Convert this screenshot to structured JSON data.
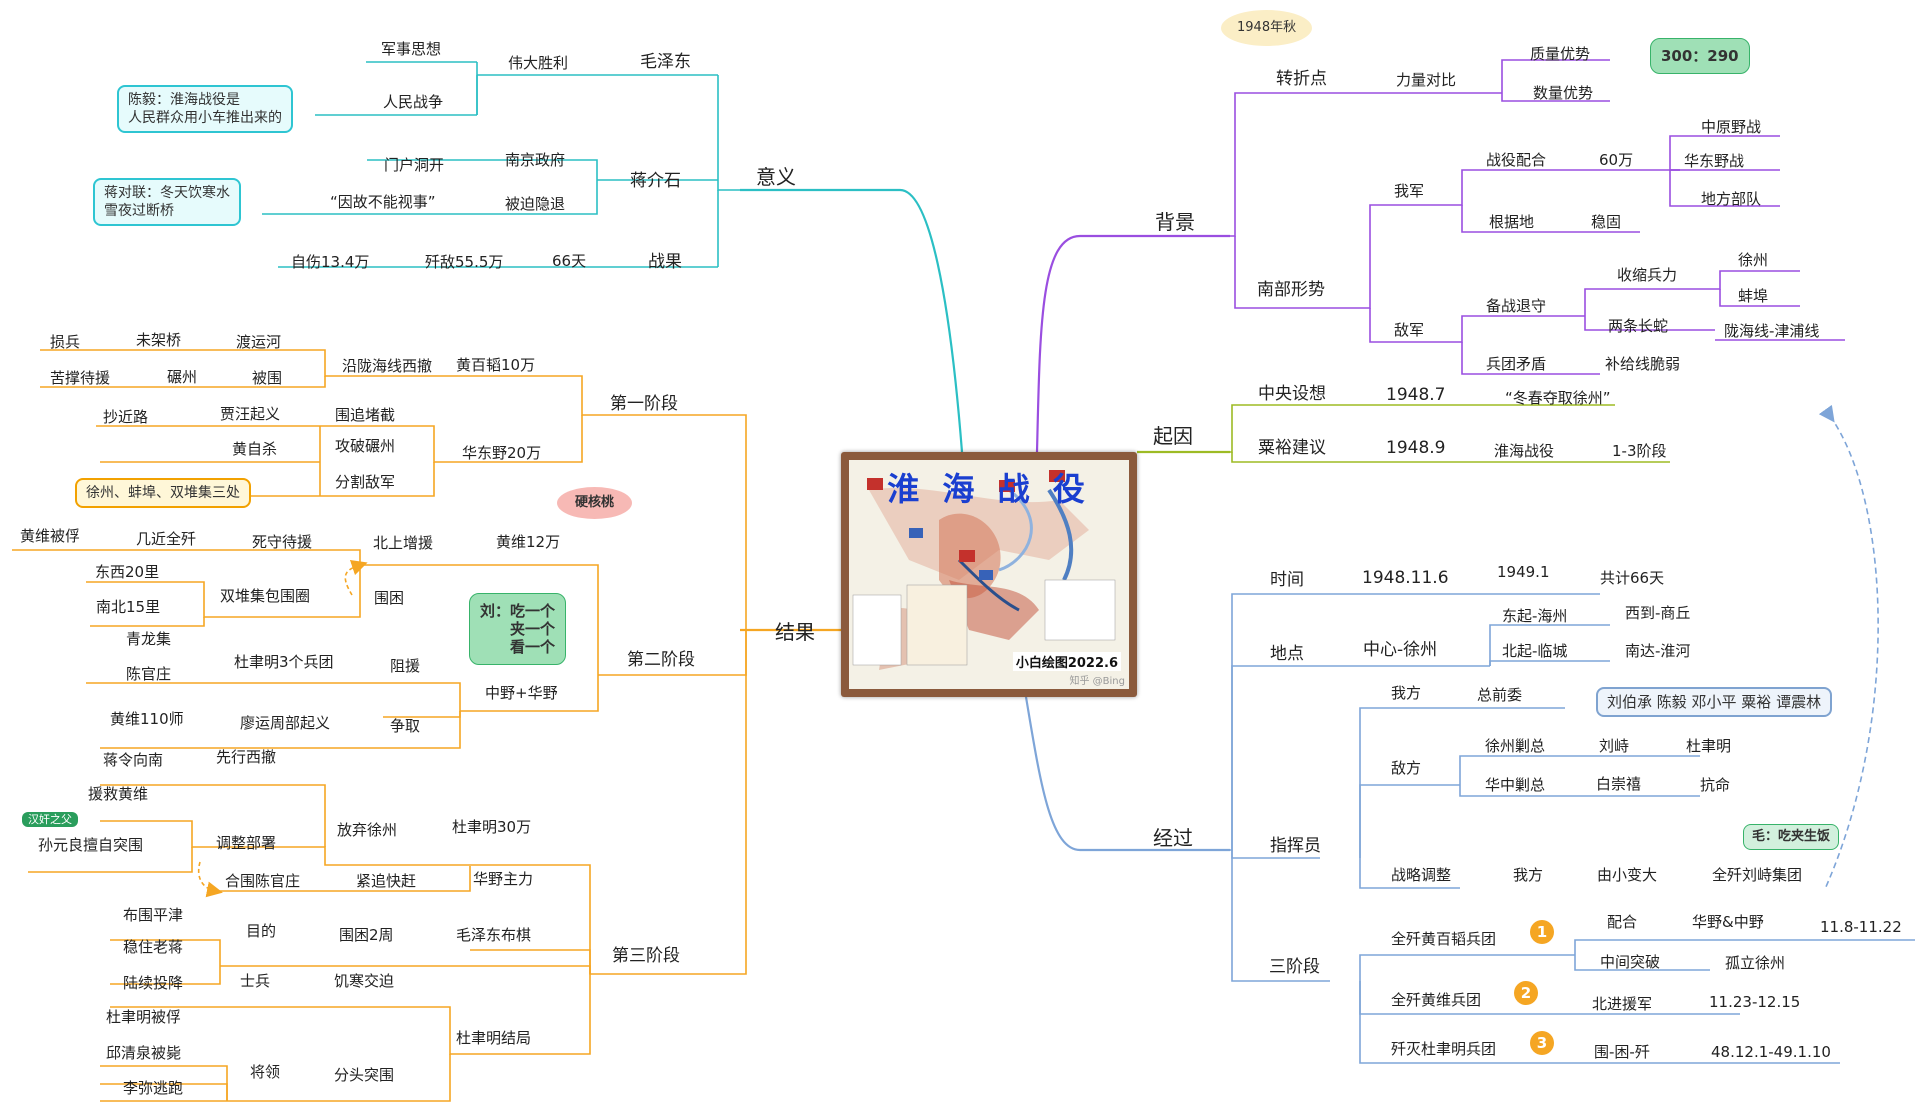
{
  "colors": {
    "teal": "#2bbfc4",
    "purple": "#9a4ee0",
    "olive": "#9dbb24",
    "blue": "#7ea5d8",
    "orange": "#f5a623"
  },
  "center": {
    "title": "淮 海 战 役",
    "credit": "小白绘图2022.6",
    "watermark": "知乎 @Bing",
    "map": "battle-map-image"
  },
  "left": {
    "yiyi": {
      "label": "意义",
      "mao": "毛泽东",
      "weida": "伟大胜利",
      "junshi": "军事思想",
      "renmin": "人民战争",
      "chenyi": "陈毅：淮海战役是\n人民群众用小车推出来的",
      "jiang": "蒋介石",
      "nanjing": "南京政府",
      "menhu": "门户洞开",
      "beipo": "被迫隐退",
      "yingu": "“因故不能视事”",
      "duilian": "蒋对联：冬天饮寒水\n雪夜过断桥",
      "zhanguo": "战果",
      "days": "66天",
      "jian": "歼敌55.5万",
      "zishang": "自伤13.4万"
    },
    "jieguo": {
      "label": "结果",
      "p1": {
        "label": "第一阶段",
        "huang10": "黄百韬10万",
        "longhai": "沿陇海线西撤",
        "duyun": "渡运河",
        "weijiaqiao": "未架桥",
        "sunbing": "损兵",
        "beiwei": "被围",
        "nianzhuang": "碾州",
        "kucheng": "苦撑待援",
        "huadong20": "华东野20万",
        "weizhui": "围追堵截",
        "jiawang": "贾汪起义",
        "chaojinlu": "抄近路",
        "gongpo": "攻破碾州",
        "huangzisha": "黄自杀",
        "fenge": "分割敌军",
        "sanchu": "徐州、蚌埠、双堆集三处"
      },
      "p2": {
        "label": "第二阶段",
        "ying": "硬核桃",
        "huangwei12": "黄维12万",
        "beishang": "北上增援",
        "sishou": "死守待援",
        "jijin": "几近全歼",
        "huangweibeifu": "黄维被俘",
        "weikun": "围困",
        "shuangdui": "双堆集包围圈",
        "dongxi": "东西20里",
        "nanbei": "南北15里",
        "zhongye": "中野+华野",
        "liuchi": "刘：吃一个\n夹一个\n看一个",
        "zuyuan": "阻援",
        "du3": "杜聿明3个兵团",
        "qinglong": "青龙集",
        "chenguan": "陈官庄",
        "zhengqu": "争取",
        "liaoyun": "廖运周部起义",
        "huangwei110": "黄维110师"
      },
      "p3": {
        "label": "第三阶段",
        "du30": "杜聿明30万",
        "fangqi": "放弃徐州",
        "tiaozheng": "调整部署",
        "xianxing": "先行西撤",
        "jiangling": "蒋令向南",
        "yuanjiu": "援救黄维",
        "sunyuan": "孙元良擅自突围",
        "hanjian": "汉奸之父",
        "huaye": "华野主力",
        "jinzhui": "紧追快赶",
        "heiwei": "合围陈官庄",
        "mao": "毛泽东布棋",
        "weikun2": "围困2周",
        "mudi": "目的",
        "pingjin": "布围平津",
        "wenzhu": "稳住老蒋",
        "dujieju": "杜聿明结局",
        "jihan": "饥寒交迫",
        "shibing": "士兵",
        "luxu": "陆续投降",
        "fentou": "分头突围",
        "jiangling2": "将领",
        "dubeifu": "杜聿明被俘",
        "qiuqingquan": "邱清泉被毙",
        "limi": "李弥逃跑"
      }
    }
  },
  "right": {
    "beijing": {
      "label": "背景",
      "zhuanzhe": "转折点",
      "autumn": "1948年秋",
      "liliang": "力量对比",
      "zhiliang": "质量优势",
      "shuliang": "数量优势",
      "ratio": "300：290",
      "nanbu": "南部形势",
      "wojun": "我军",
      "peihe": "战役配合",
      "sixty": "60万",
      "zhongyuan": "中原野战",
      "huadong": "华东野战",
      "difang": "地方部队",
      "genju": "根据地",
      "wengu": "稳固",
      "dijun": "敌军",
      "beizhan": "备战退守",
      "shousuo": "收缩兵力",
      "xuzhou": "徐州",
      "bengbu": "蚌埠",
      "liangtiao": "两条长蛇",
      "longhaijin": "陇海线-津浦线",
      "bingtuan": "兵团矛盾",
      "buji": "补给线脆弱"
    },
    "qiyin": {
      "label": "起因",
      "zhongyang": "中央设想",
      "d1": "1948.7",
      "dongchun": "“冬春夺取徐州”",
      "suyu": "粟裕建议",
      "d2": "1948.9",
      "huaihai": "淮海战役",
      "jieduan": "1-3阶段"
    },
    "jingguo": {
      "label": "经过",
      "shijian": "时间",
      "t1": "1948.11.6",
      "t2": "1949.1",
      "t3": "共计66天",
      "didian": "地点",
      "zhongxin": "中心-徐州",
      "dongqi": "东起-海州",
      "xidao": "西到-商丘",
      "beiqi": "北起-临城",
      "nanda": "南达-淮河",
      "zhihui": "指挥员",
      "wofang": "我方",
      "zongqian": "总前委",
      "members": "刘伯承 陈毅 邓小平 粟裕 谭震林",
      "difang": "敌方",
      "xuzhou": "徐州剿总",
      "liuzhi": "刘峙",
      "duyuming": "杜聿明",
      "huazhong": "华中剿总",
      "baichong": "白崇禧",
      "kangming": "抗命",
      "zhanlue": "战略调整",
      "wofang2": "我方",
      "youxiao": "由小变大",
      "quanjian": "全歼刘峙集团",
      "chijia": "毛：吃夹生饭",
      "sanjieduan": "三阶段",
      "s1": "全歼黄百韬兵团",
      "n1": "1",
      "peihe": "配合",
      "huaye": "华野&中野",
      "d1": "11.8-11.22",
      "zhongjian": "中间突破",
      "guli": "孤立徐州",
      "s2": "全歼黄维兵团",
      "n2": "2",
      "beijin": "北进援军",
      "d2": "11.23-12.15",
      "s3": "歼灭杜聿明兵团",
      "n3": "3",
      "weikunjian": "围-困-歼",
      "d3": "48.12.1-49.1.10"
    }
  }
}
